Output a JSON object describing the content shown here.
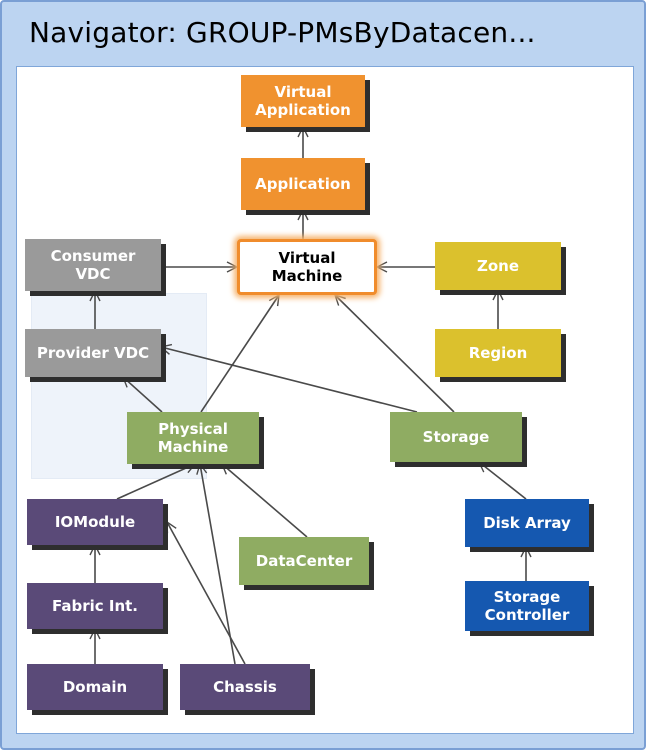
{
  "window": {
    "title": "Navigator: GROUP-PMsByDatacen..."
  },
  "colors": {
    "orange": "#f0922f",
    "gray": "#9a9a9a",
    "olive_green": "#8fac62",
    "yellow": "#dbc12d",
    "purple": "#5a4a78",
    "blue": "#1558b0",
    "selected_border": "#f08c2c"
  },
  "nodes": [
    {
      "id": "virtual-application",
      "label": "Virtual\nApplication",
      "color": "orange"
    },
    {
      "id": "application",
      "label": "Application",
      "color": "orange"
    },
    {
      "id": "consumer-vdc",
      "label": "Consumer\nVDC",
      "color": "gray"
    },
    {
      "id": "virtual-machine",
      "label": "Virtual\nMachine",
      "color": "selected",
      "selected": true
    },
    {
      "id": "zone",
      "label": "Zone",
      "color": "yellow"
    },
    {
      "id": "provider-vdc",
      "label": "Provider VDC",
      "color": "gray"
    },
    {
      "id": "region",
      "label": "Region",
      "color": "yellow"
    },
    {
      "id": "physical-machine",
      "label": "Physical\nMachine",
      "color": "olive_green"
    },
    {
      "id": "storage",
      "label": "Storage",
      "color": "olive_green"
    },
    {
      "id": "iomodule",
      "label": "IOModule",
      "color": "purple"
    },
    {
      "id": "disk-array",
      "label": "Disk Array",
      "color": "blue"
    },
    {
      "id": "datacenter",
      "label": "DataCenter",
      "color": "olive_green"
    },
    {
      "id": "fabric-int",
      "label": "Fabric Int.",
      "color": "purple"
    },
    {
      "id": "storage-controller",
      "label": "Storage\nController",
      "color": "blue"
    },
    {
      "id": "domain",
      "label": "Domain",
      "color": "purple"
    },
    {
      "id": "chassis",
      "label": "Chassis",
      "color": "purple"
    }
  ],
  "edges": [
    {
      "from": "application",
      "to": "virtual-application"
    },
    {
      "from": "virtual-machine",
      "to": "application"
    },
    {
      "from": "consumer-vdc",
      "to": "virtual-machine"
    },
    {
      "from": "zone",
      "to": "virtual-machine"
    },
    {
      "from": "provider-vdc",
      "to": "consumer-vdc"
    },
    {
      "from": "region",
      "to": "zone"
    },
    {
      "from": "physical-machine",
      "to": "virtual-machine"
    },
    {
      "from": "storage",
      "to": "virtual-machine"
    },
    {
      "from": "physical-machine",
      "to": "provider-vdc"
    },
    {
      "from": "storage",
      "to": "provider-vdc"
    },
    {
      "from": "iomodule",
      "to": "physical-machine"
    },
    {
      "from": "datacenter",
      "to": "physical-machine"
    },
    {
      "from": "disk-array",
      "to": "storage"
    },
    {
      "from": "fabric-int",
      "to": "iomodule"
    },
    {
      "from": "storage-controller",
      "to": "disk-array"
    },
    {
      "from": "domain",
      "to": "fabric-int"
    },
    {
      "from": "chassis",
      "to": "physical-machine"
    },
    {
      "from": "chassis",
      "to": "iomodule"
    }
  ]
}
